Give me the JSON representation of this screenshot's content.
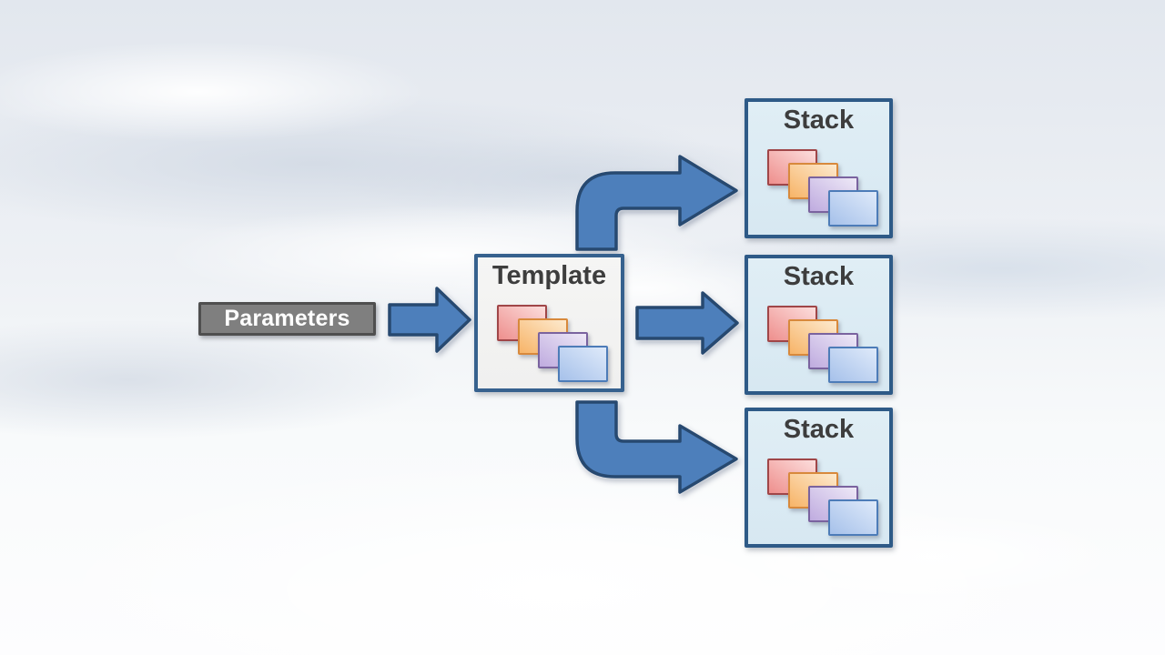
{
  "diagram": {
    "parameters": {
      "label": "Parameters"
    },
    "template": {
      "label": "Template"
    },
    "stacks": [
      {
        "label": "Stack"
      },
      {
        "label": "Stack"
      },
      {
        "label": "Stack"
      }
    ]
  },
  "colors": {
    "arrow_fill": "#4d7fbb",
    "arrow_stroke": "#274970",
    "parameters_fill": "#7f7f7f",
    "parameters_border": "#4f4f4f",
    "parameters_text": "#ffffff",
    "template_fill": "#f0f0ef",
    "template_border": "#36618e",
    "stack_fill": "#d7e8f2",
    "stack_border": "#2e5a87",
    "node_title_text": "#3d3d3d",
    "card_red_border": "#a04648",
    "card_red_light": "#fcdedd",
    "card_red_dark": "#ee8f8d",
    "card_orange_border": "#d8893c",
    "card_orange_light": "#fdeacf",
    "card_orange_dark": "#f7b468",
    "card_purple_border": "#7a639f",
    "card_purple_light": "#eee9f7",
    "card_purple_dark": "#bfabdf",
    "card_blue_border": "#4d7cb8",
    "card_blue_light": "#dfeafa",
    "card_blue_dark": "#a6c1ea"
  }
}
